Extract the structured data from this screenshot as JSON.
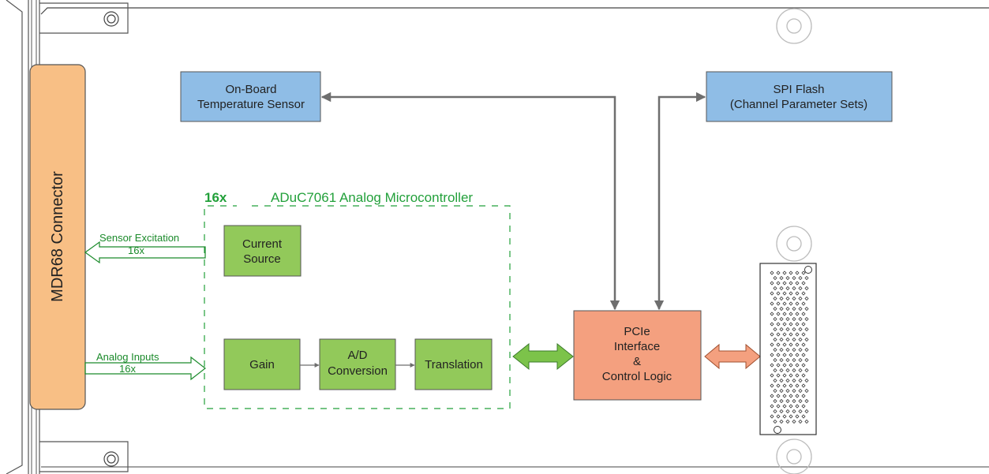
{
  "connector": {
    "label": "MDR68 Connector"
  },
  "blocks": {
    "temp_sensor": {
      "line1": "On-Board",
      "line2": "Temperature Sensor"
    },
    "spi_flash": {
      "line1": "SPI Flash",
      "line2": "(Channel Parameter Sets)"
    },
    "current_source": {
      "line1": "Current",
      "line2": "Source"
    },
    "gain": {
      "label": "Gain"
    },
    "adc": {
      "line1": "A/D",
      "line2": "Conversion"
    },
    "translation": {
      "label": "Translation"
    },
    "pcie": {
      "line1": "PCIe",
      "line2": "Interface",
      "line3": "&",
      "line4": "Control Logic"
    }
  },
  "microcontroller_group": {
    "multiplier": "16x",
    "title": "ADuC7061 Analog Microcontroller"
  },
  "signals": {
    "excitation": {
      "label": "Sensor Excitation",
      "count": "16x"
    },
    "analog_inputs": {
      "label": "Analog Inputs",
      "count": "16x"
    }
  },
  "colors": {
    "blue_block": "#8fbde6",
    "green_block": "#92c95a",
    "orange_block": "#f4a07f",
    "connector": "#f8bf85",
    "green_line": "#22a03a",
    "gray_arrow": "#707070"
  }
}
